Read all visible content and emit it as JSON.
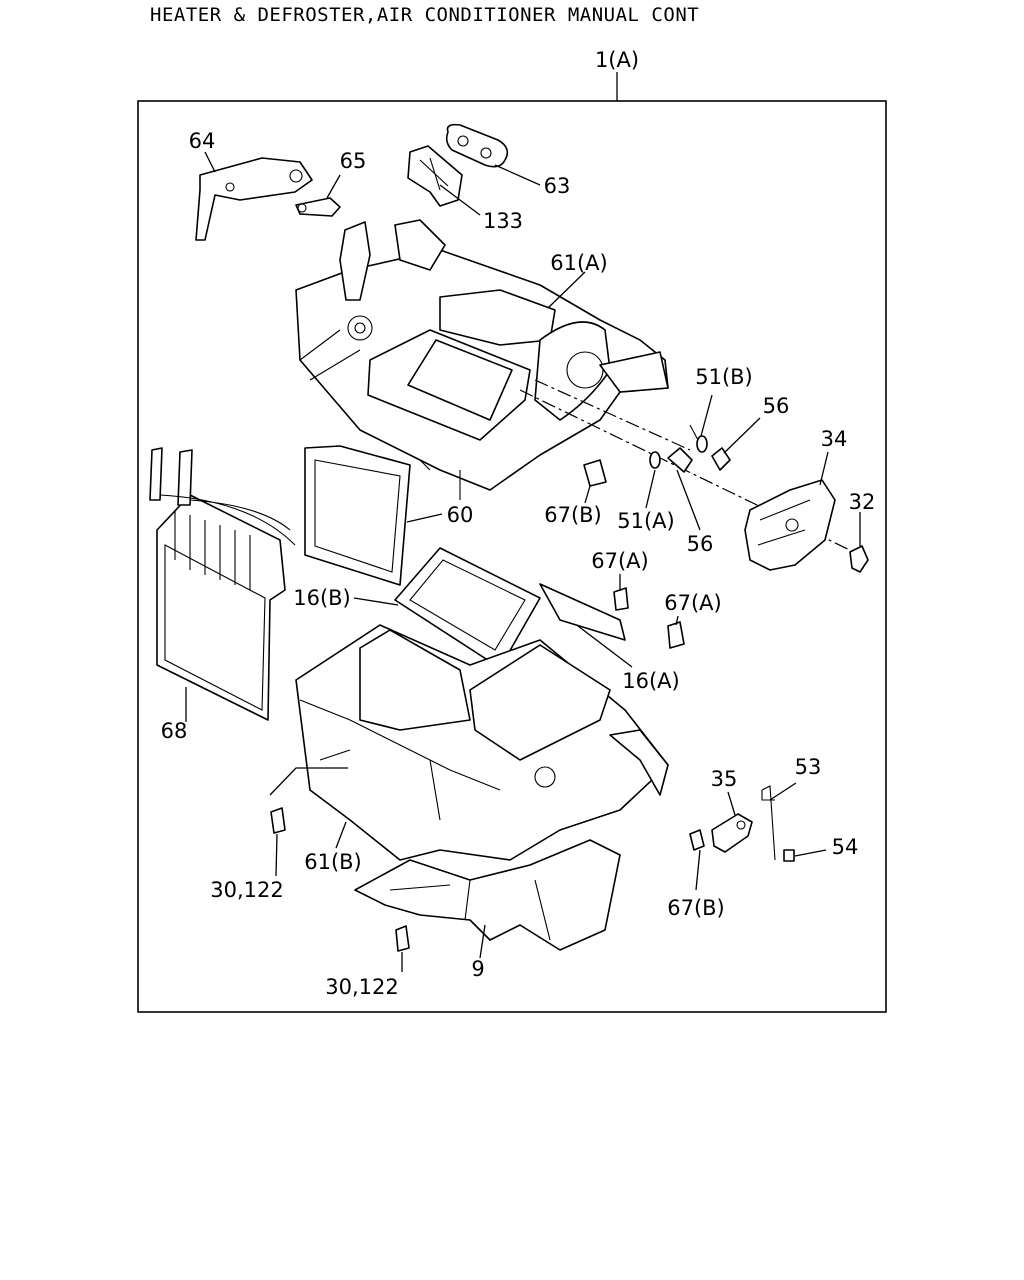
{
  "title": "HEATER & DEFROSTER,AIR CONDITIONER MANUAL CONT",
  "assembly_label": "1(A)",
  "callouts": {
    "c64": "64",
    "c65": "65",
    "c63": "63",
    "c133": "133",
    "c61a": "61(A)",
    "c51b": "51(B)",
    "c56a": "56",
    "c34": "34",
    "c32": "32",
    "c60": "60",
    "c67b_top": "67(B)",
    "c51a": "51(A)",
    "c56b": "56",
    "c67a_1": "67(A)",
    "c67a_2": "67(A)",
    "c16b": "16(B)",
    "c16a": "16(A)",
    "c68": "68",
    "c35": "35",
    "c53": "53",
    "c54": "54",
    "c30_1": "30,122",
    "c61b": "61(B)",
    "c67b_bottom": "67(B)",
    "c30_2": "30,122",
    "c9": "9"
  }
}
